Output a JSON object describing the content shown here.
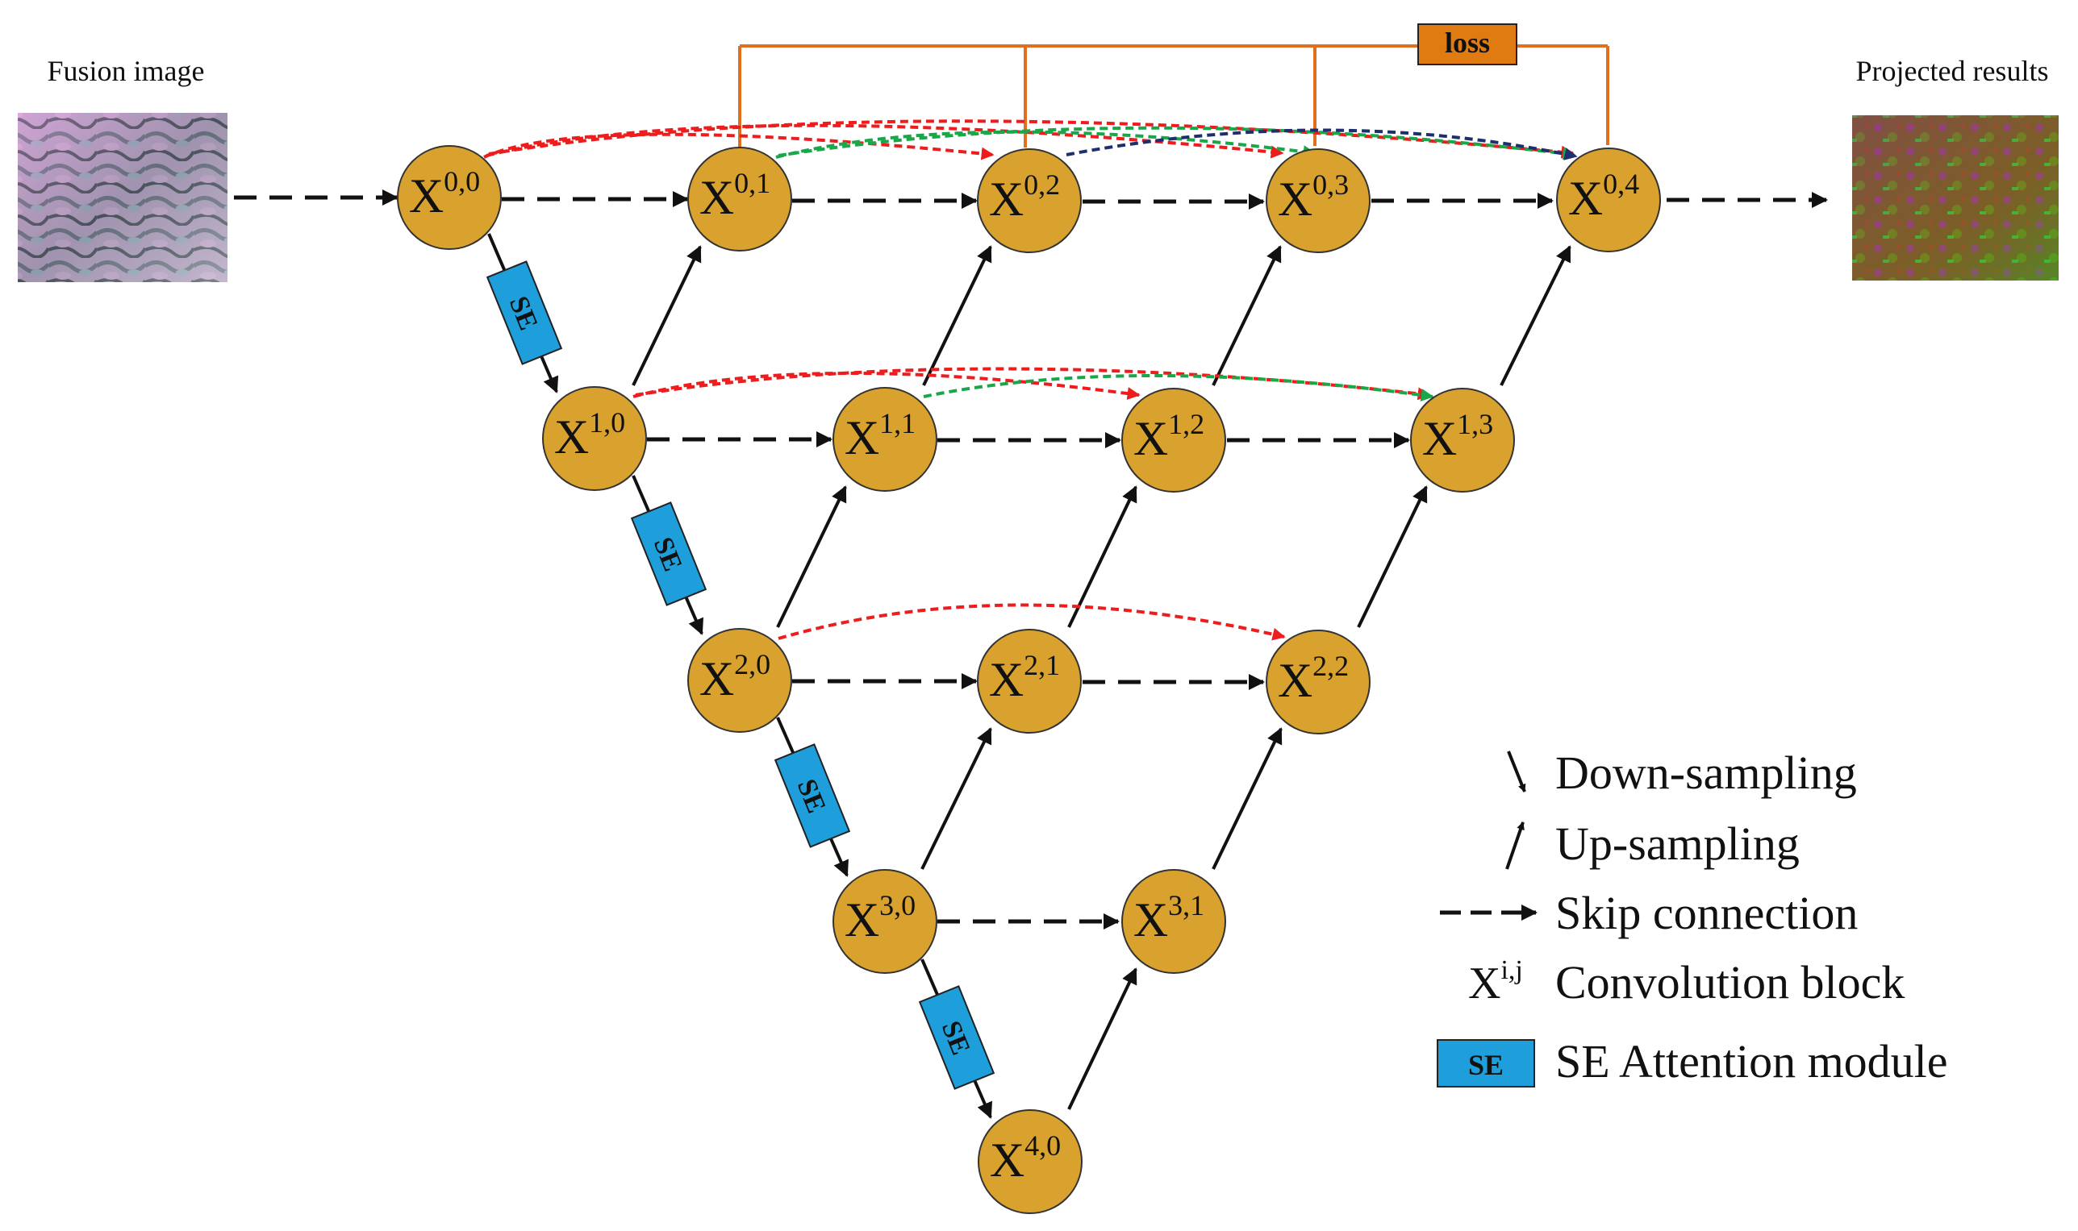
{
  "labels": {
    "input_image": "Fusion image",
    "output_image": "Projected results",
    "loss": "loss",
    "se": "SE"
  },
  "nodes": [
    {
      "id": "0,0",
      "base": "X",
      "sup": "0,0"
    },
    {
      "id": "0,1",
      "base": "X",
      "sup": "0,1"
    },
    {
      "id": "0,2",
      "base": "X",
      "sup": "0,2"
    },
    {
      "id": "0,3",
      "base": "X",
      "sup": "0,3"
    },
    {
      "id": "0,4",
      "base": "X",
      "sup": "0,4"
    },
    {
      "id": "1,0",
      "base": "X",
      "sup": "1,0"
    },
    {
      "id": "1,1",
      "base": "X",
      "sup": "1,1"
    },
    {
      "id": "1,2",
      "base": "X",
      "sup": "1,2"
    },
    {
      "id": "1,3",
      "base": "X",
      "sup": "1,3"
    },
    {
      "id": "2,0",
      "base": "X",
      "sup": "2,0"
    },
    {
      "id": "2,1",
      "base": "X",
      "sup": "2,1"
    },
    {
      "id": "2,2",
      "base": "X",
      "sup": "2,2"
    },
    {
      "id": "3,0",
      "base": "X",
      "sup": "3,0"
    },
    {
      "id": "3,1",
      "base": "X",
      "sup": "3,1"
    },
    {
      "id": "4,0",
      "base": "X",
      "sup": "4,0"
    }
  ],
  "legend": {
    "down": "Down-sampling",
    "up": "Up-sampling",
    "skip": "Skip connection",
    "conv_symbol_base": "X",
    "conv_symbol_sup": "i,j",
    "conv": "Convolution block",
    "se_box": "SE",
    "se": "SE Attention module"
  },
  "colors": {
    "node_fill": "#d9a22e",
    "se_fill": "#1e9fdc",
    "loss_fill": "#e07b12",
    "loss_line": "#e07020",
    "skip_red": "#ee1c1c",
    "skip_green": "#1aa74a",
    "skip_navy": "#1f2e6e",
    "arrow": "#111111"
  }
}
